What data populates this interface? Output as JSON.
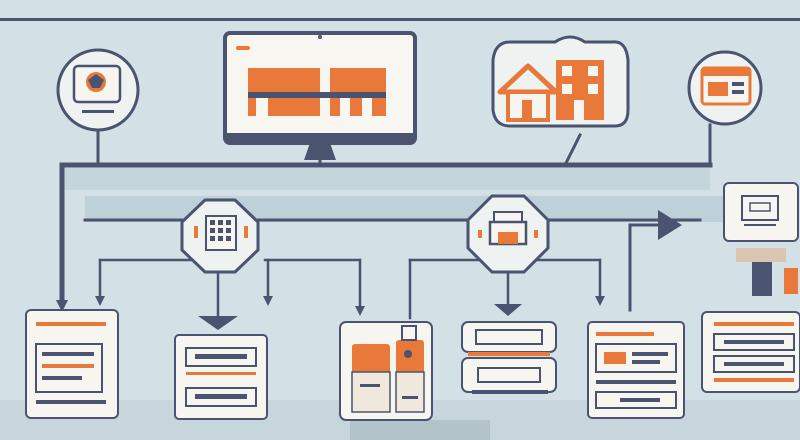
{
  "palette": {
    "background": "#d3e1e6",
    "connector": "#4a5470",
    "accent": "#e8793a",
    "panel": "#f4f1ec",
    "shade": "#c9d7dc",
    "pale": "#b9ccd3"
  },
  "nodes": [
    {
      "name": "left-icon-circle",
      "icon": "monitor-badge-icon"
    },
    {
      "name": "top-monitor-icon",
      "icon": "monitor-warehouse-icon"
    },
    {
      "name": "house-bubble-icon",
      "icon": "house-building-icon"
    },
    {
      "name": "right-icon-circle",
      "icon": "browser-window-icon"
    },
    {
      "name": "calculator-circle",
      "icon": "calculator-icon"
    },
    {
      "name": "printer-circle",
      "icon": "printer-icon"
    },
    {
      "name": "right-card-icon",
      "icon": "card-stack-icon"
    },
    {
      "name": "doc-card-1",
      "icon": "document-icon"
    },
    {
      "name": "doc-card-2",
      "icon": "form-card-icon"
    },
    {
      "name": "bottles-card",
      "icon": "bottles-icon"
    },
    {
      "name": "tray-card",
      "icon": "tray-stack-icon"
    },
    {
      "name": "browser-card",
      "icon": "browser-card-icon"
    },
    {
      "name": "list-card",
      "icon": "list-card-icon"
    }
  ]
}
